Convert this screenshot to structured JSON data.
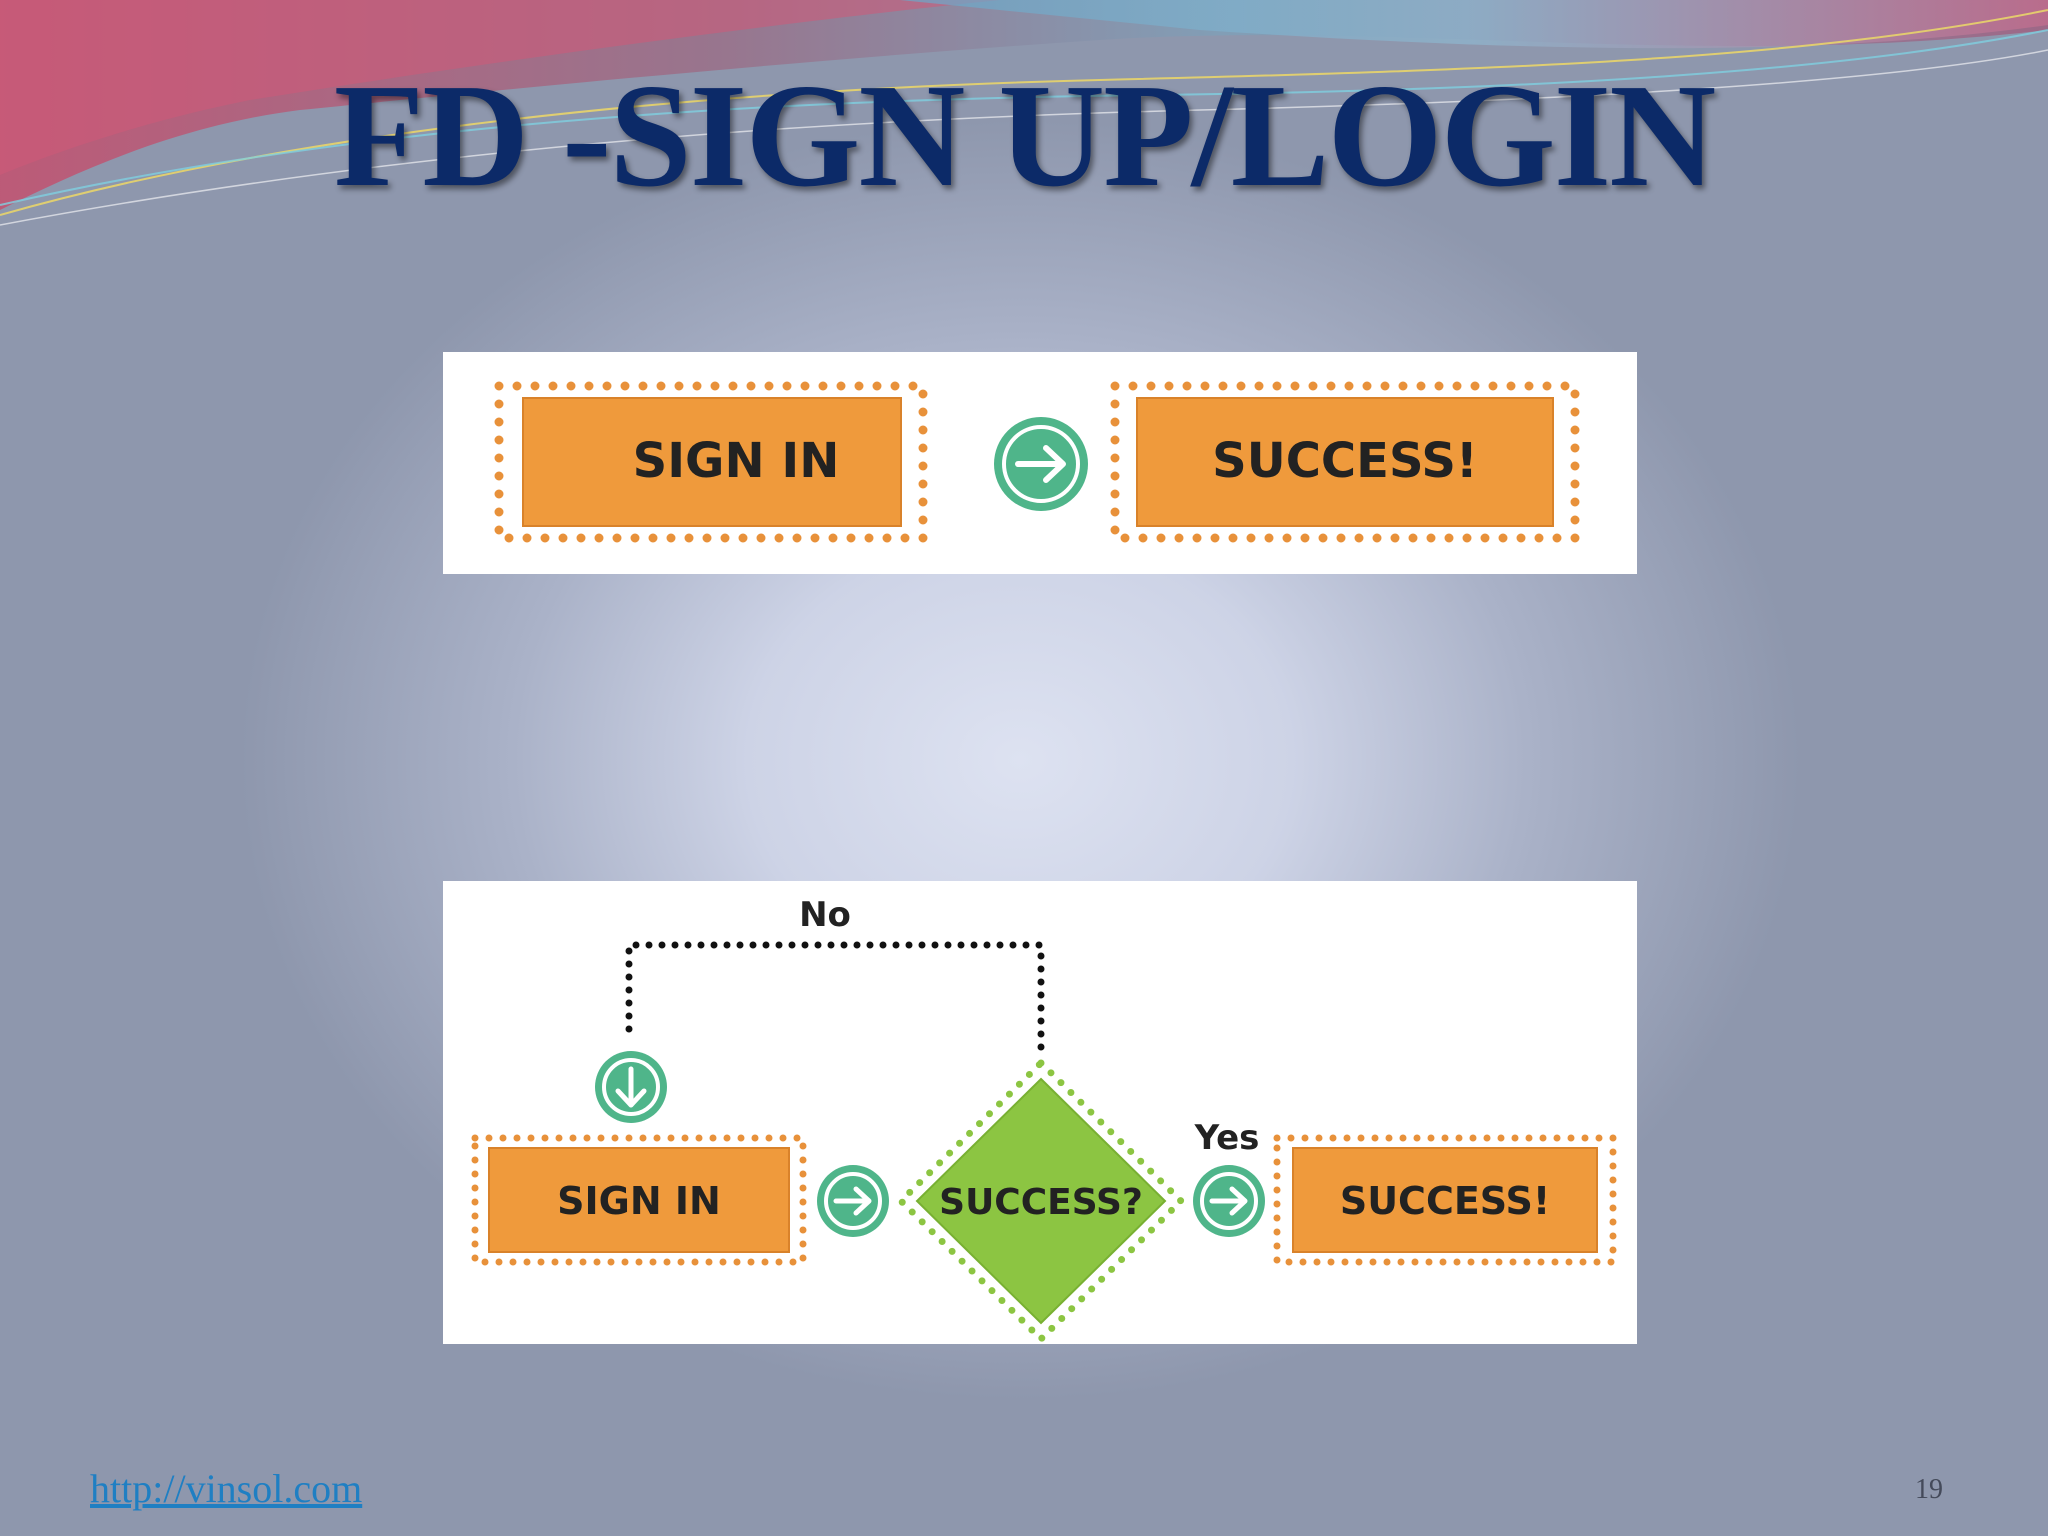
{
  "slide": {
    "title": "FD -SIGN UP/LOGIN",
    "footer_link": "http://vinsol.com",
    "page_number": "19"
  },
  "diagram_top": {
    "step_1": "SIGN IN",
    "step_2": "SUCCESS!"
  },
  "diagram_bottom": {
    "step_1": "SIGN IN",
    "decision": "SUCCESS?",
    "step_2": "SUCCESS!",
    "no_label": "No",
    "yes_label": "Yes"
  },
  "colors": {
    "box_fill": "#ef9a3c",
    "box_dots": "#e8913a",
    "arrow_circle": "#4fb58a",
    "decision_fill": "#8cc542",
    "title": "#0c2a68"
  }
}
